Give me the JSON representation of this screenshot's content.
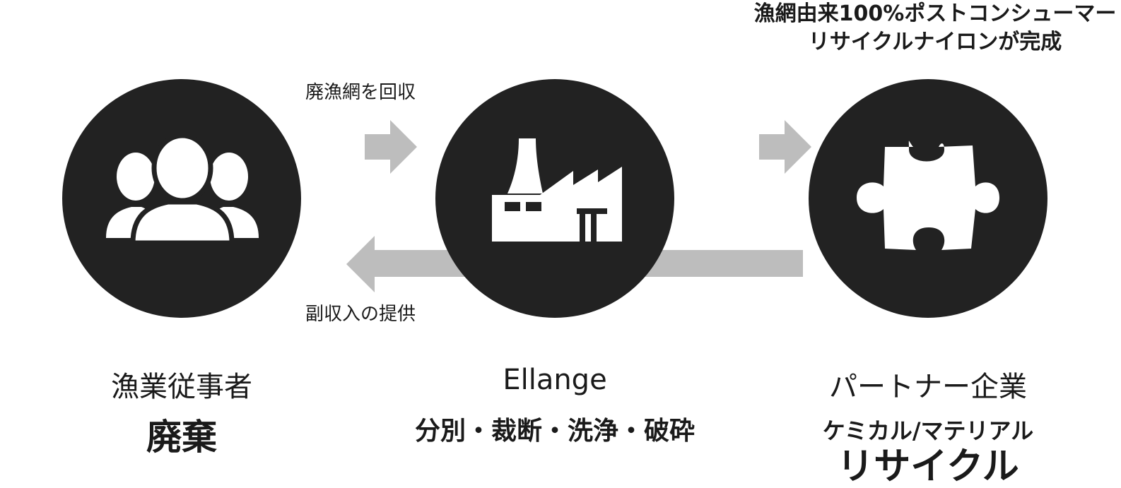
{
  "colors": {
    "circle": "#222222",
    "arrow": "#bdbdbd",
    "icon": "#ffffff",
    "text": "#1a1a1a"
  },
  "top_note": {
    "line1": "漁網由来100%ポストコンシューマー",
    "line2": "リサイクルナイロンが完成"
  },
  "flow": {
    "collect_label": "廃漁網を回収",
    "return_label": "副収入の提供"
  },
  "nodes": [
    {
      "icon": "people-icon",
      "title": "漁業従事者",
      "sub": "廃棄",
      "sub2": ""
    },
    {
      "icon": "factory-icon",
      "title": "Ellange",
      "sub": "分別・裁断・洗浄・破砕",
      "sub2": ""
    },
    {
      "icon": "puzzle-icon",
      "title": "パートナー企業",
      "sub": "ケミカル/マテリアル",
      "sub2": "リサイクル"
    }
  ]
}
